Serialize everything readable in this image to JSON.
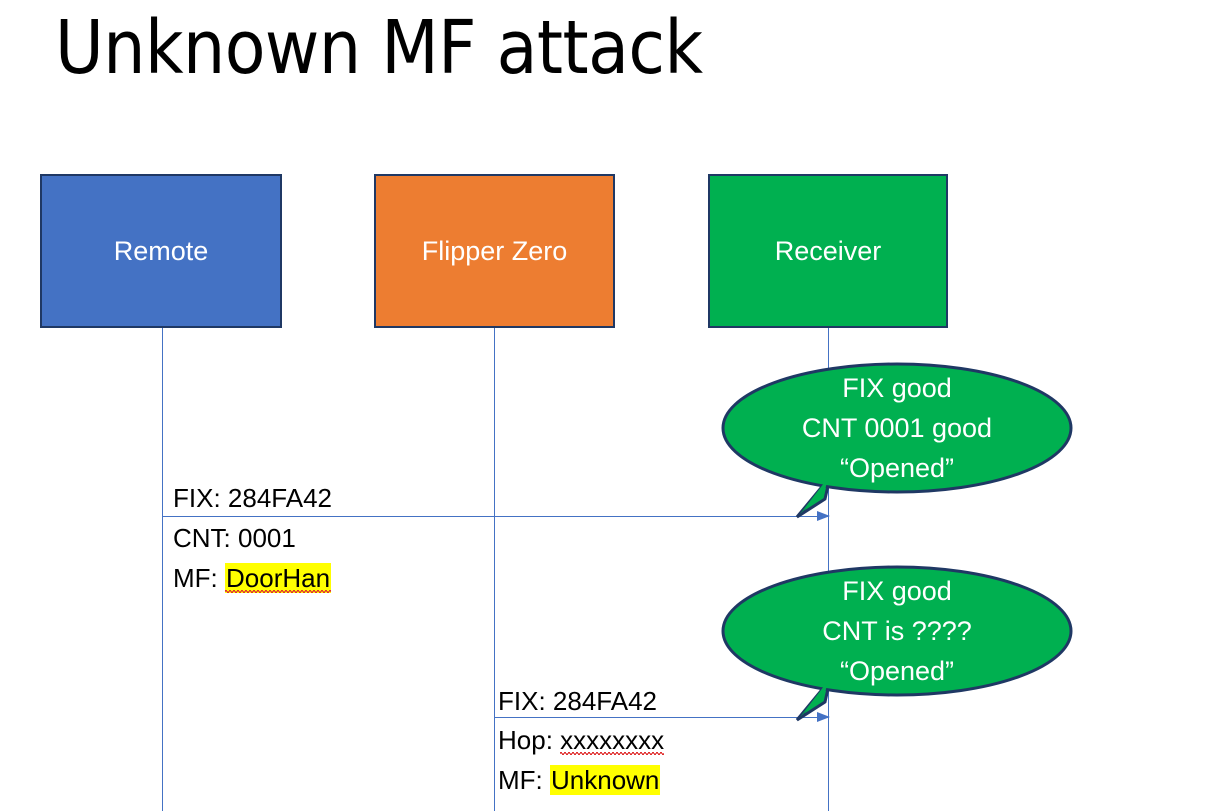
{
  "slide": {
    "title": "Unknown MF attack",
    "background": "#ffffff"
  },
  "colors": {
    "remote_fill": "#4472C4",
    "flipper_fill": "#ED7D31",
    "receiver_fill": "#00B050",
    "box_border": "#1F3864",
    "lifeline": "#4472C4",
    "arrow": "#4472C4",
    "highlight": "#FFFF00",
    "bubble_fill": "#00B050",
    "bubble_border": "#1F3864",
    "text_light": "#FFFFFF",
    "text_dark": "#000000"
  },
  "actors": [
    {
      "id": "remote",
      "label": "Remote"
    },
    {
      "id": "flipper",
      "label": "Flipper Zero"
    },
    {
      "id": "receiver",
      "label": "Receiver"
    }
  ],
  "messages": [
    {
      "id": "msg1",
      "from": "remote",
      "to": "receiver",
      "line1": "FIX: 284FA42",
      "line2": "CNT: 0001",
      "line3_label": "MF: ",
      "line3_value": "DoorHan",
      "line3_highlighted": true
    },
    {
      "id": "msg2",
      "from": "flipper",
      "to": "receiver",
      "line1": "FIX: 284FA42",
      "line2_label": "Hop: ",
      "line2_value": "xxxxxxxx",
      "line3_label": "MF: ",
      "line3_value": "Unknown",
      "line3_highlighted": true
    }
  ],
  "bubbles": [
    {
      "id": "bubble1",
      "line1": "FIX good",
      "line2": "CNT 0001 good",
      "line3": "“Opened”"
    },
    {
      "id": "bubble2",
      "line1": "FIX good",
      "line2": "CNT is ????",
      "line3": "“Opened”"
    }
  ]
}
